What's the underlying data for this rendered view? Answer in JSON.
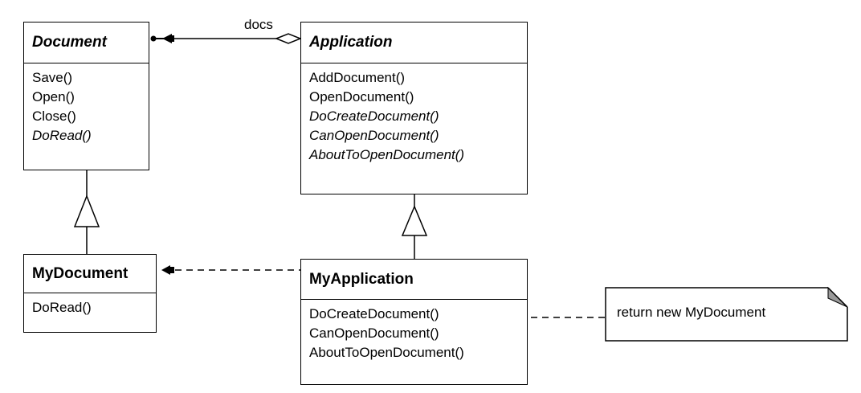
{
  "classes": {
    "document": {
      "name": "Document",
      "abstract": true,
      "operations": [
        {
          "text": "Save()",
          "abstract": false
        },
        {
          "text": "Open()",
          "abstract": false
        },
        {
          "text": "Close()",
          "abstract": false
        },
        {
          "text": "DoRead()",
          "abstract": true
        }
      ]
    },
    "application": {
      "name": "Application",
      "abstract": true,
      "operations": [
        {
          "text": "AddDocument()",
          "abstract": false
        },
        {
          "text": "OpenDocument()",
          "abstract": false
        },
        {
          "text": "DoCreateDocument()",
          "abstract": true
        },
        {
          "text": "CanOpenDocument()",
          "abstract": true
        },
        {
          "text": "AboutToOpenDocument()",
          "abstract": true
        }
      ]
    },
    "my_document": {
      "name": "MyDocument",
      "abstract": false,
      "operations": [
        {
          "text": "DoRead()",
          "abstract": false
        }
      ]
    },
    "my_application": {
      "name": "MyApplication",
      "abstract": false,
      "operations": [
        {
          "text": "DoCreateDocument()",
          "abstract": false
        },
        {
          "text": "CanOpenDocument()",
          "abstract": false
        },
        {
          "text": "AboutToOpenDocument()",
          "abstract": false
        }
      ]
    }
  },
  "associations": {
    "docs_label": "docs"
  },
  "note": {
    "text": "return new MyDocument"
  }
}
